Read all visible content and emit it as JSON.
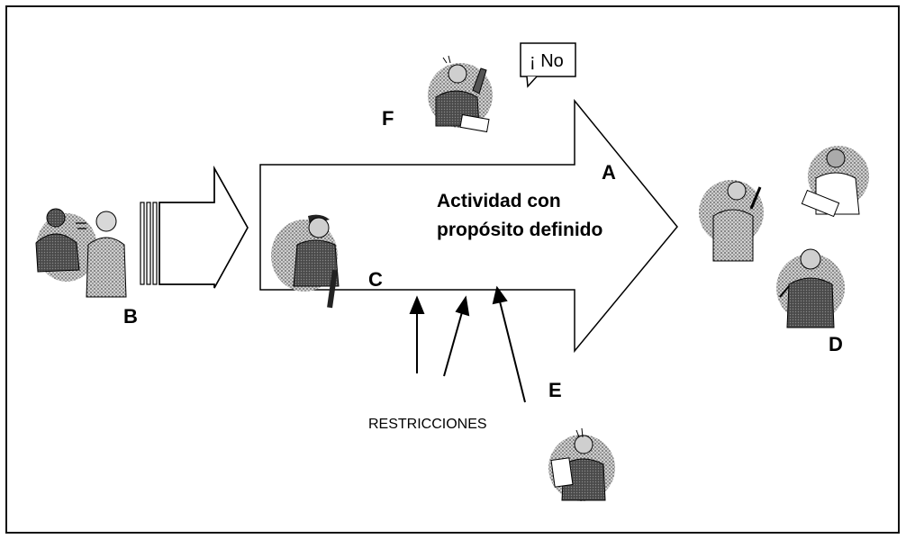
{
  "labels": {
    "a": "A",
    "b": "B",
    "c": "C",
    "d": "D",
    "e": "E",
    "f": "F"
  },
  "main_arrow_text": {
    "line1": "Actividad con",
    "line2": "propósito definido"
  },
  "constraints_label": "RESTRICCIONES",
  "speech_bubble_text": "¡ No",
  "icons": {
    "b": "two-people-talking-icon",
    "c": "worker-with-cap-icon",
    "d": "customers-group-icon",
    "e": "person-reading-document-icon",
    "f": "angry-person-at-desk-icon"
  },
  "colors": {
    "stroke": "#000000",
    "figure_shade": "#9a9a9a",
    "figure_dark": "#3a3a3a",
    "background": "#ffffff"
  }
}
